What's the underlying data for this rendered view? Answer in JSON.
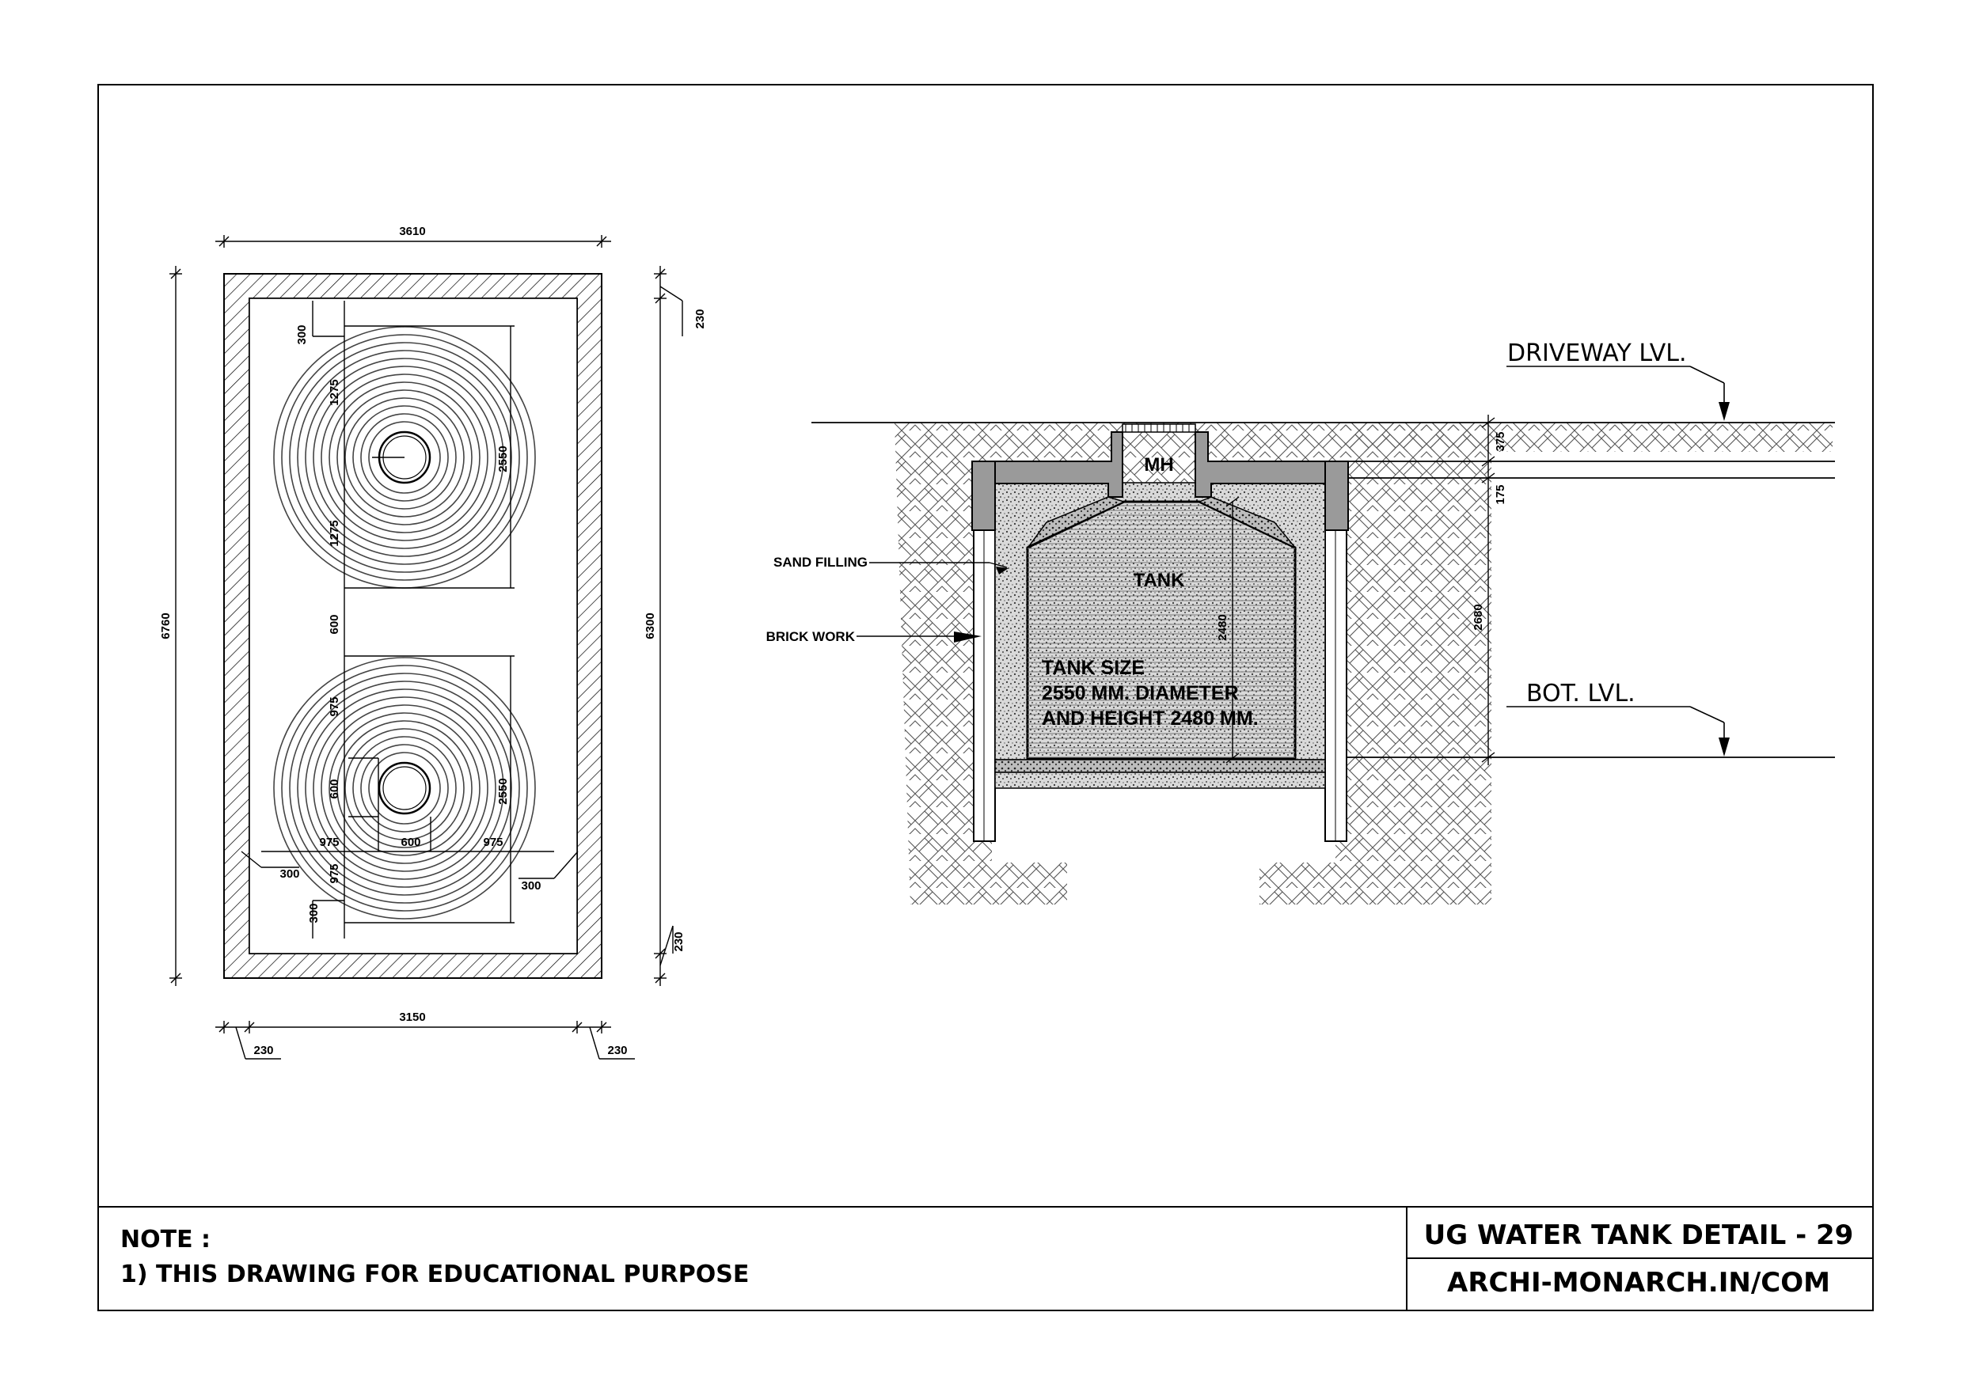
{
  "plan": {
    "dimensions": {
      "overall_width": "3610",
      "overall_length": "6760",
      "inner_length": "6300",
      "inner_width": "3150",
      "wall_top": "230",
      "wall_bottom": "230",
      "wall_left": "230",
      "wall_right": "230",
      "t1_offset_top": "300",
      "t1_radius_upper": "1275",
      "t1_radius_lower": "1275",
      "t1_diameter": "2550",
      "tank_gap": "600",
      "t2_radius_upper": "975",
      "t2_manhole": "600",
      "t2_radius_lower": "975",
      "t2_offset_bottom": "300",
      "t2_diameter": "2550",
      "t2_left_975": "975",
      "t2_center_600": "600",
      "t2_right_975": "975",
      "t2_left_300": "300",
      "t2_right_300": "300"
    }
  },
  "section": {
    "driveway_level": "DRIVEWAY LVL.",
    "bottom_level": "BOT. LVL.",
    "manhole": "MH",
    "tank": "TANK",
    "sand_filling": "SAND FILLING",
    "brick_work": "BRICK WORK",
    "tank_size_lines": [
      "TANK SIZE",
      "2550 MM. DIAMETER",
      "AND HEIGHT 2480 MM."
    ],
    "dimensions": {
      "slab": "375",
      "neck": "175",
      "depth": "2680",
      "tank_height": "2480"
    }
  },
  "title_block": {
    "note_heading": "NOTE :",
    "note_text": "1) THIS DRAWING FOR EDUCATIONAL PURPOSE",
    "title": "UG WATER TANK DETAIL - 29",
    "website": "ARCHI-MONARCH.IN/COM"
  }
}
